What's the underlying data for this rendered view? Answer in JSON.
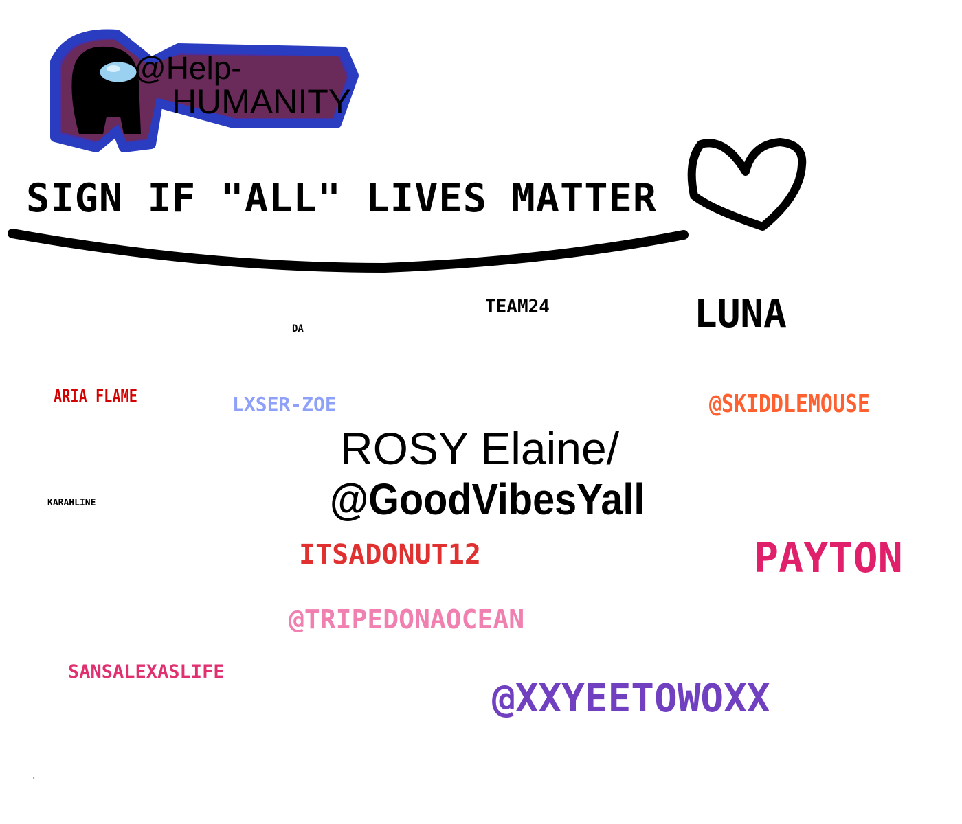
{
  "logo": {
    "text_line1": "@Help-",
    "text_line2": "HUMANITY"
  },
  "title": "SIGN IF \"ALL\" LIVES MATTER",
  "signatures": {
    "team24": {
      "text": "TEAM24",
      "color": "#000000"
    },
    "luna": {
      "text": "LUNA",
      "color": "#000000"
    },
    "da": {
      "text": "DA",
      "color": "#000000"
    },
    "aria": {
      "text": "ARIA FLAME",
      "color": "#d40000"
    },
    "lxser": {
      "text": "LXSER-ZOE",
      "color": "#8fa0f8"
    },
    "skiddle": {
      "text": "@SKIDDLEMOUSE",
      "color": "#ff6030"
    },
    "rosy_line1": {
      "text": "ROSY Elaine/",
      "color": "#000000"
    },
    "rosy_line2": {
      "text": "@GoodVibesYall",
      "color": "#000000"
    },
    "karahline": {
      "text": "KARAHLINE",
      "color": "#000000"
    },
    "donut": {
      "text": "ITSADONUT12",
      "color": "#e03030"
    },
    "payton": {
      "text": "PAYTON",
      "color": "#e0206a"
    },
    "triped": {
      "text": "@TRIPEDONAOCEAN",
      "color": "#f080b0"
    },
    "sans": {
      "text": "SANSALEXASLIFE",
      "color": "#e03070"
    },
    "yeet": {
      "text": "@XXYEETOWOXX",
      "color": "#7040c0"
    }
  }
}
